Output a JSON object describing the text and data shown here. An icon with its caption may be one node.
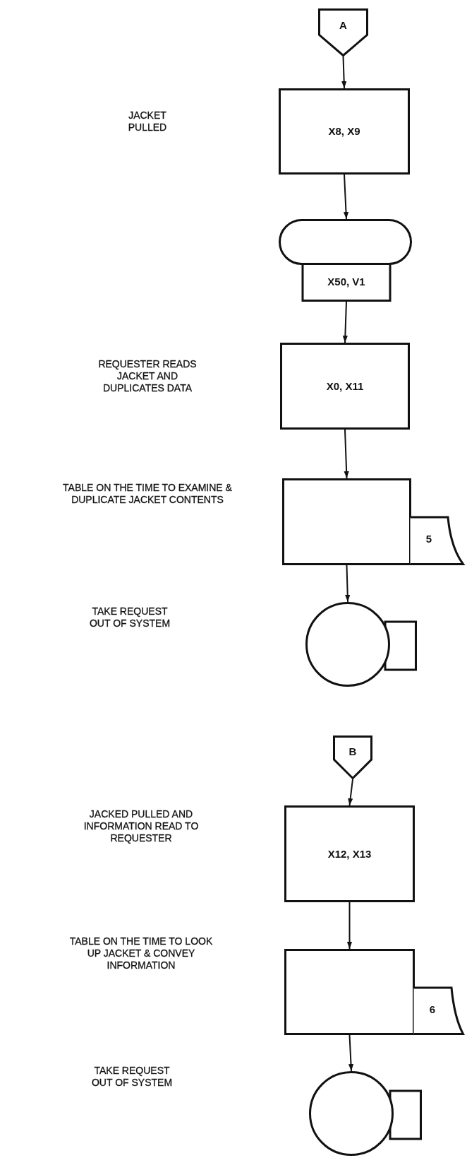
{
  "diagram": {
    "nodes": [
      {
        "text": [
          "A"
        ]
      },
      {
        "text": [
          "X8, X9"
        ]
      },
      {
        "text": [
          "X50, V1"
        ]
      },
      {
        "text": [
          "X0, X11"
        ]
      },
      {
        "text": [
          "5"
        ]
      },
      {
        "text": [],
        "shape": "circle"
      },
      {
        "text": [
          "B"
        ]
      },
      {
        "text": [
          "X12, X13"
        ]
      },
      {
        "text": [
          "6"
        ]
      },
      {
        "text": [],
        "shape": "circle"
      }
    ],
    "edges": [
      {
        "from": 0,
        "to": 1,
        "arrow": "to"
      },
      {
        "from": 1,
        "to": 2,
        "arrow": "to"
      },
      {
        "from": 2,
        "to": 3,
        "arrow": "to"
      },
      {
        "from": 3,
        "to": 4,
        "arrow": "to"
      },
      {
        "from": 4,
        "to": 5,
        "arrow": "to"
      },
      {
        "from": 6,
        "to": 7,
        "arrow": "to"
      },
      {
        "from": 7,
        "to": 8,
        "arrow": "to"
      },
      {
        "from": 8,
        "to": 9,
        "arrow": "to"
      }
    ],
    "labels": [
      "JACKET PULLED",
      "REQUESTER READS JACKET AND DUPLICATES DATA",
      "TABLE ON THE TIME TO EXAMINE & DUPLICATE JACKET CONTENTS",
      "TAKE REQUEST OUT OF SYSTEM",
      "JACKED PULLED AND INFORMATION READ TO REQUESTER",
      "TABLE ON THE TIME TO LOOK UP JACKET & CONVEY INFORMATION",
      "TAKE REQUEST OUT OF SYSTEM"
    ]
  }
}
